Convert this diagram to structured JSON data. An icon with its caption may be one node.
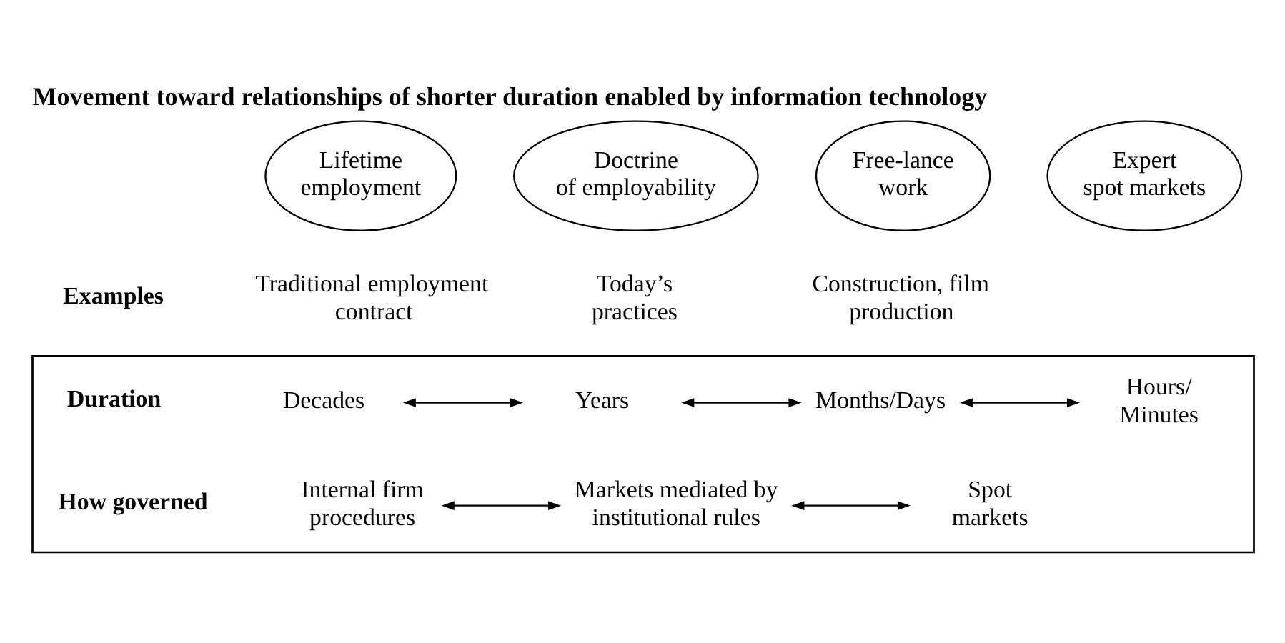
{
  "diagram": {
    "title": "Movement toward relationships of shorter duration enabled by information technology",
    "nodes": [
      {
        "text": [
          "Lifetime employment"
        ],
        "beside": [
          "Traditional employment contract"
        ]
      },
      {
        "text": [
          "Doctrine of employability"
        ],
        "beside": [
          "Today’s practices"
        ]
      },
      {
        "text": [
          "Free-lance work"
        ],
        "beside": [
          "Construction, film production"
        ]
      },
      {
        "text": [
          "Expert spot markets"
        ]
      },
      {
        "text": [],
        "shape": "box"
      },
      {
        "text": [
          "Decades"
        ],
        "in": 4
      },
      {
        "text": [
          "Years"
        ],
        "in": 4
      },
      {
        "text": [
          "Months/Days"
        ],
        "in": 4
      },
      {
        "text": [
          "Hours/ Minutes"
        ],
        "in": 4
      },
      {
        "text": [
          "Internal firm procedures"
        ],
        "in": 4
      },
      {
        "text": [
          "Markets mediated by institutional rules"
        ],
        "in": 4
      },
      {
        "text": [
          "Spot markets"
        ],
        "in": 4
      }
    ],
    "edges": [
      {
        "from": 5,
        "to": 6,
        "arrow": "both"
      },
      {
        "from": 6,
        "to": 7,
        "arrow": "both"
      },
      {
        "from": 7,
        "to": 8,
        "arrow": "both"
      },
      {
        "from": 9,
        "to": 10,
        "arrow": "both"
      },
      {
        "from": 10,
        "to": 11,
        "arrow": "both"
      }
    ],
    "labels": [
      "Examples",
      "Duration",
      "How governed"
    ]
  }
}
